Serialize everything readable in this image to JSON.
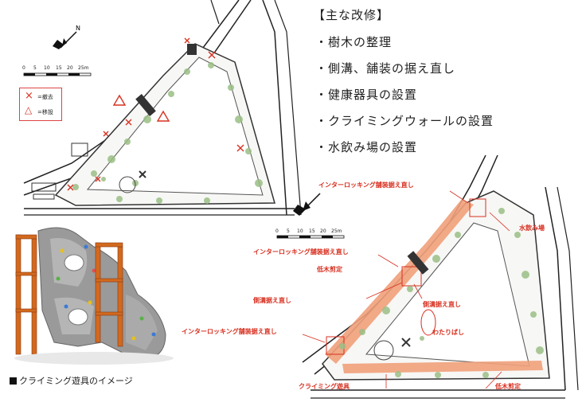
{
  "heading": "【主な改修】",
  "improvements": [
    "・樹木の整理",
    "・側溝、舗装の据え直し",
    "・健康器具の設置",
    "・クライミングウォールの設置",
    "・水飲み場の設置"
  ],
  "caption": "クライミング遊具のイメージ",
  "legend": {
    "remove": "=撤去",
    "relocate": "=移設",
    "remove_symbol": "×",
    "relocate_symbol": "△"
  },
  "scale_ticks": [
    "0",
    "5",
    "10",
    "15",
    "20",
    "25m"
  ],
  "plan_labels": {
    "interlocking_top": "インターロッキング舗装据え直し",
    "interlocking_mid": "インターロッキング舗装据え直し",
    "interlocking_bottom": "インターロッキング舗装据え直し",
    "water_fountain": "水飲み場",
    "low_tree_pruning_top": "低木剪定",
    "gutter_left": "側溝据え直し",
    "gutter_right": "側溝据え直し",
    "watari_bashi": "わたりばし",
    "climbing": "クライミング遊具",
    "low_tree_pruning_bottom": "低木剪定"
  },
  "colors": {
    "accent_red": "#d83020",
    "paving_orange": "#f0a07a",
    "green_dots": "#9bbf86",
    "climbing_frame": "#d2691e"
  }
}
